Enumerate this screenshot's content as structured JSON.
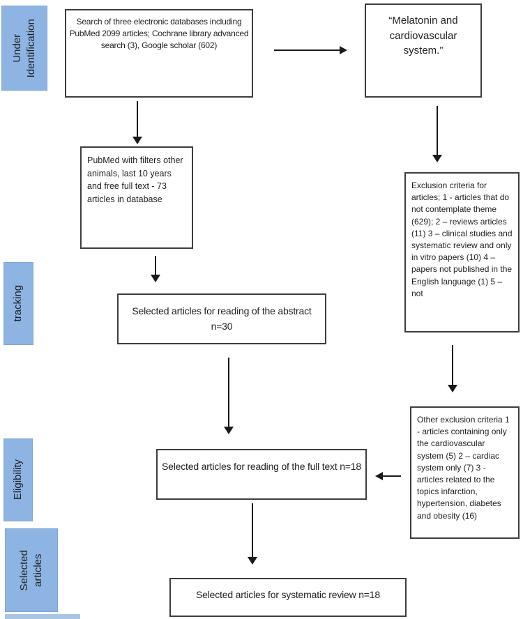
{
  "stages": [
    {
      "label": "Under\nIdentification"
    },
    {
      "label": "tracking"
    },
    {
      "label": "Eligibility"
    },
    {
      "label": "Selected\narticles"
    }
  ],
  "boxes": {
    "search": "Search of three electronic databases including PubMed 2099 articles; Cochrane library advanced search (3), Google scholar (602)",
    "keyword": "“Melatonin and cardiovascular system.”",
    "pubmed_filters": "PubMed with filters other animals, last 10 years and free full text - 73 articles in database",
    "exclusion_criteria": "Exclusion criteria for articles; 1 - articles that do not contemplate theme (629); 2 – reviews articles (11) 3 – clinical studies and systematic review and only in vitro papers (10) 4 – papers not published in the English language (1) 5 – not",
    "abstract_selection": "Selected articles for reading of the abstract n=30",
    "other_exclusion": "Other exclusion criteria 1 - articles containing only the cardiovascular system (5) 2 – cardiac system only (7) 3 - articles related to the topics infarction, hypertension, diabetes and obesity (16)",
    "fulltext_selection": "Selected articles for reading of the full text n=18",
    "final_selection": "Selected articles for systematic review n=18"
  },
  "colors": {
    "stage_fill": "#8db4e2",
    "stage_fill_partial": "#a9c5e6",
    "box_border": "#3d3d3d",
    "arrow": "#1a1a1a",
    "text": "#212121"
  }
}
